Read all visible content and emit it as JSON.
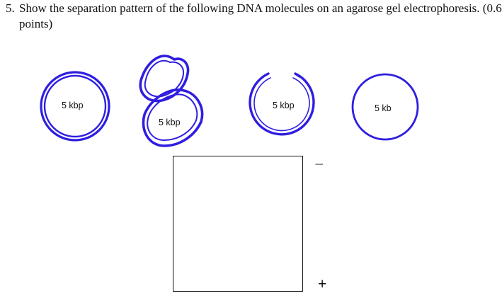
{
  "question": {
    "number": "5.",
    "text_line1": "Show the separation pattern of the following DNA molecules on an agarose gel electrophoresis. (0.6",
    "text_line2": "points)"
  },
  "molecules": [
    {
      "form": "supercoiled circle",
      "label": "5 kbp"
    },
    {
      "form": "catenated figure-eight",
      "label": "5 kbp"
    },
    {
      "form": "open circle with nick",
      "label": "5 kbp"
    },
    {
      "form": "closed circle",
      "label": "5 kb"
    }
  ],
  "gel": {
    "negative_label": "----",
    "positive_label": "+"
  },
  "colors": {
    "dna_strand": "#2f1ee0",
    "text": "#111111",
    "gel_border": "#111111"
  }
}
